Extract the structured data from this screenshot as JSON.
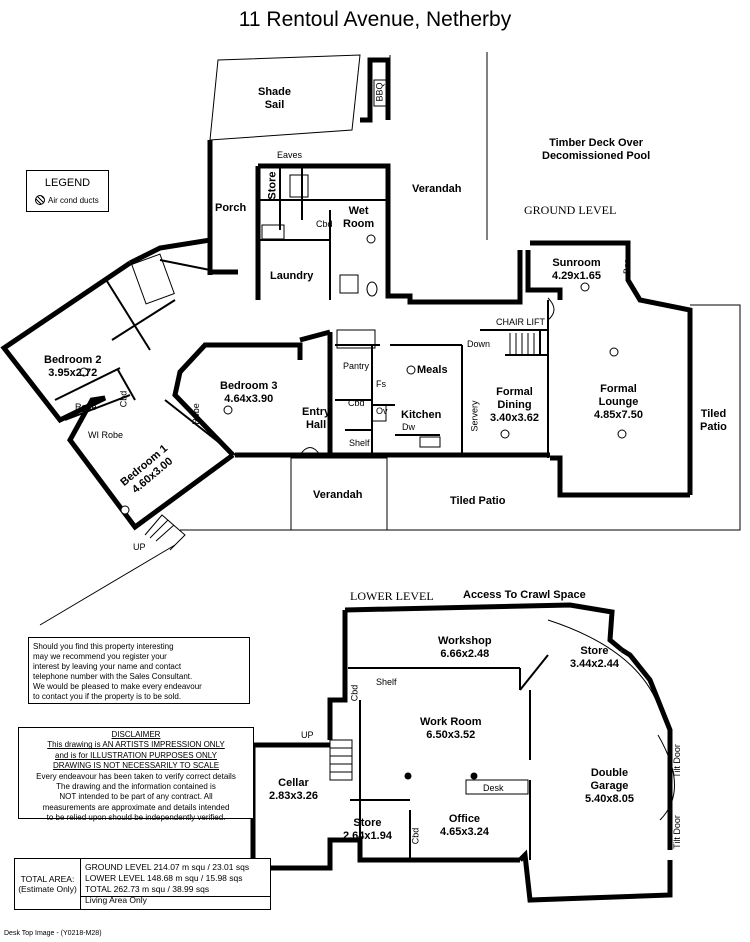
{
  "title": "11 Rentoul Avenue, Netherby",
  "legend": {
    "heading": "LEGEND",
    "item": "Air cond ducts",
    "icon": "air-duct-icon"
  },
  "levels": {
    "ground": "GROUND LEVEL",
    "lower": "LOWER LEVEL"
  },
  "ground_rooms": {
    "shade_sail": [
      "Shade",
      "Sail"
    ],
    "bbq": "BBQ",
    "eaves": "Eaves",
    "timber_deck": [
      "Timber Deck Over",
      "Decomissioned Pool"
    ],
    "porch": "Porch",
    "store": "Store",
    "cbd1": "Cbd",
    "wet_room": [
      "Wet",
      "Room"
    ],
    "verandah_top": "Verandah",
    "laundry": "Laundry",
    "sunroom": [
      "Sunroom",
      "4.29x1.65"
    ],
    "bar": "Bar",
    "chair_lift": "CHAIR LIFT",
    "bedroom2": [
      "Bedroom 2",
      "3.95x2.72"
    ],
    "robe1": "Robe",
    "cbd2": "Cbd",
    "wi_robe": "WI Robe",
    "bedroom1": [
      "Bedroom 1",
      "4.60x3.00"
    ],
    "robe2": "Robe",
    "bedroom3": [
      "Bedroom 3",
      "4.64x3.90"
    ],
    "pantry": "Pantry",
    "fs": "Fs",
    "meals": "Meals",
    "cbd3": "Cbd",
    "ov": "Ov",
    "kitchen": "Kitchen",
    "dw": "Dw",
    "entry_hall": [
      "Entry",
      "Hall"
    ],
    "shelf": "Shelf",
    "down": "Down",
    "servery": "Servery",
    "formal_dining": [
      "Formal",
      "Dining",
      "3.40x3.62"
    ],
    "formal_lounge": [
      "Formal",
      "Lounge",
      "4.85x7.50"
    ],
    "tiled_patio_right": [
      "Tiled",
      "Patio"
    ],
    "verandah_front": "Verandah",
    "tiled_patio_front": "Tiled Patio",
    "up": "UP"
  },
  "lower_rooms": {
    "access": "Access To Crawl Space",
    "workshop": [
      "Workshop",
      "6.66x2.48"
    ],
    "store_top": [
      "Store",
      "3.44x2.44"
    ],
    "cbd": "Cbd",
    "shelf": "Shelf",
    "up": "UP",
    "work_room": [
      "Work Room",
      "6.50x3.52"
    ],
    "tilt_door_1": "Tilt Door",
    "tilt_door_2": "Tilt Door",
    "cellar": [
      "Cellar",
      "2.83x3.26"
    ],
    "desk": "Desk",
    "double_garage": [
      "Double",
      "Garage",
      "5.40x8.05"
    ],
    "store_bottom": [
      "Store",
      "2.64x1.94"
    ],
    "office": [
      "Office",
      "4.65x3.24"
    ],
    "cbd_office": "Cbd"
  },
  "info_text": [
    "Should you find this property interesting",
    "may we recommend you register your",
    "interest by leaving your name and contact",
    "telephone number with the Sales Consultant.",
    "We would be pleased to make every endeavour",
    "to contact you if the property is to be sold."
  ],
  "disclaimer": {
    "heading": "DISCLAIMER",
    "u1": "This drawing is AN ARTISTS IMPRESSION ONLY",
    "u2": "and is for ILLUSTRATION PURPOSES ONLY",
    "u3": "DRAWING IS NOT NECESSARILY TO SCALE",
    "l1": "Every endeavour has been taken to verify correct details",
    "l2": "The drawing and the information contained is",
    "l3": "NOT intended to be part of any contract. All",
    "l4": "measurements are approximate and details intended",
    "l5": "to be relied upon should be independently verified."
  },
  "area": {
    "label1": "TOTAL AREA:",
    "label2": "(Estimate Only)",
    "ground": "GROUND LEVEL 214.07 m squ / 23.01 sqs",
    "lower": "LOWER LEVEL 148.68 m squ / 15.98 sqs",
    "total": "TOTAL 262.73 m squ / 38.99 sqs",
    "note": "Living Area Only"
  },
  "footer": "Desk Top Image - (Y0218-M28)"
}
